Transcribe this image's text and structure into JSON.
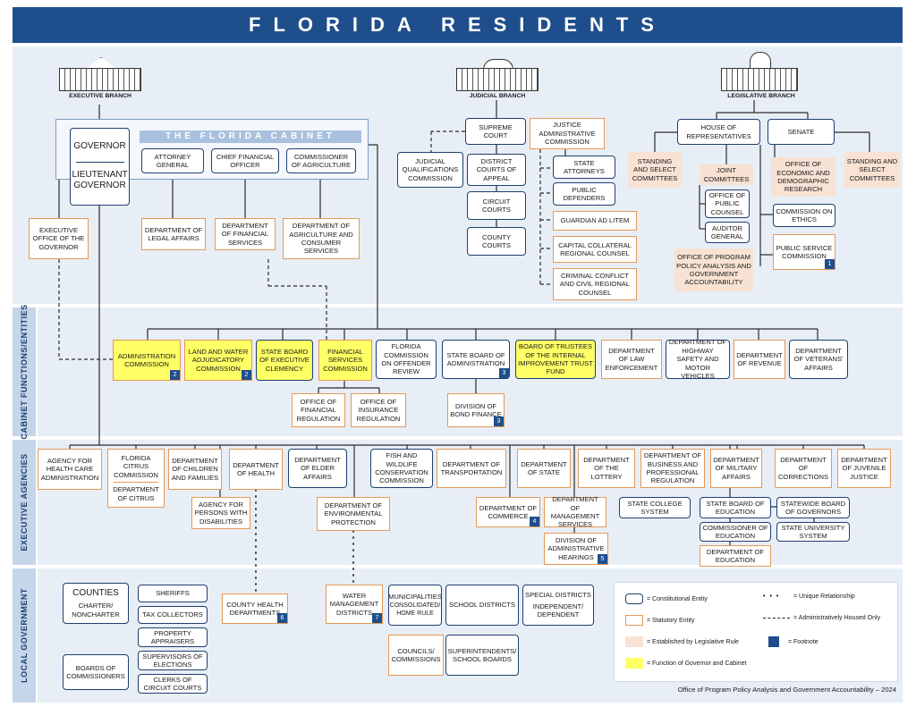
{
  "title": "FLORIDA RESIDENTS",
  "sections": {
    "cabinet_functions": "CABINET FUNCTIONS/ENTITIES",
    "executive_agencies": "EXECUTIVE AGENCIES",
    "local_government": "LOCAL GOVERNMENT"
  },
  "branches": {
    "executive": "EXECUTIVE BRANCH",
    "judicial": "JUDICIAL BRANCH",
    "legislative": "LEGISLATIVE BRANCH"
  },
  "cabinet_title": "THE FLORIDA CABINET",
  "executive": {
    "governor": "GOVERNOR",
    "lt_governor": "LIEUTENANT GOVERNOR",
    "eog": "EXECUTIVE OFFICE OF THE GOVERNOR",
    "ag": "ATTORNEY GENERAL",
    "cfo": "CHIEF FINANCIAL OFFICER",
    "coa": "COMMISSIONER OF AGRICULTURE",
    "dla": "DEPARTMENT OF LEGAL AFFAIRS",
    "dfs": "DEPARTMENT OF FINANCIAL SERVICES",
    "dacs": "DEPARTMENT OF AGRICULTURE AND CONSUMER SERVICES"
  },
  "judicial": {
    "supreme": "SUPREME COURT",
    "jqc": "JUDICIAL QUALIFICATIONS COMMISSION",
    "dca": "DISTRICT COURTS OF APPEAL",
    "circuit": "CIRCUIT COURTS",
    "county": "COUNTY COURTS",
    "jac": "JUSTICE ADMINISTRATIVE COMMISSION",
    "sa": "STATE ATTORNEYS",
    "pd": "PUBLIC DEFENDERS",
    "gal": "GUARDIAN AD LITEM",
    "ccrc": "CAPITAL COLLATERAL REGIONAL COUNSEL",
    "ccrrc": "CRIMINAL CONFLICT AND CIVIL REGIONAL COUNSEL"
  },
  "legislative": {
    "house": "HOUSE OF REPRESENTATIVES",
    "senate": "SENATE",
    "ssc_left": "STANDING AND SELECT COMMITTEES",
    "ssc_right": "STANDING AND SELECT COMMITTEES",
    "joint": "JOINT COMMITTEES",
    "edr": "OFFICE OF ECONOMIC AND DEMOGRAPHIC RESEARCH",
    "opc": "OFFICE OF PUBLIC COUNSEL",
    "ethics": "COMMISSION ON ETHICS",
    "auditor": "AUDITOR GENERAL",
    "psc": "PUBLIC SERVICE COMMISSION",
    "oppaga": "OFFICE OF PROGRAM POLICY ANALYSIS AND GOVERNMENT ACCOUNTABILITY"
  },
  "cabinet_entities": {
    "admin": "ADMINISTRATION COMMISSION",
    "lwac": "LAND AND WATER ADJUDICATORY COMMISSION",
    "clemency": "STATE BOARD OF EXECUTIVE CLEMENCY",
    "fsc": "FINANCIAL SERVICES COMMISSION",
    "fcor": "FLORIDA COMMISSION ON OFFENDER REVIEW",
    "sba": "STATE BOARD OF ADMINISTRATION",
    "tiitf": "BOARD OF TRUSTEES OF THE INTERNAL IMPROVEMENT TRUST FUND",
    "fdle": "DEPARTMENT OF LAW ENFORCEMENT",
    "hsmv": "DEPARTMENT OF HIGHWAY SAFETY AND MOTOR VEHICLES",
    "dor": "DEPARTMENT OF REVENUE",
    "va": "DEPARTMENT OF VETERANS' AFFAIRS",
    "ofr": "OFFICE OF FINANCIAL REGULATION",
    "oir": "OFFICE OF INSURANCE REGULATION",
    "dbf": "DIVISION OF BOND FINANCE"
  },
  "agencies": {
    "ahca": "AGENCY FOR HEALTH CARE ADMINISTRATION",
    "citrus": "FLORIDA CITRUS COMMISSION",
    "doc_citrus": "DEPARTMENT OF CITRUS",
    "dcf": "DEPARTMENT OF CHILDREN AND FAMILIES",
    "doh": "DEPARTMENT OF HEALTH",
    "apd": "AGENCY FOR PERSONS WITH DISABILITIES",
    "elder": "DEPARTMENT OF ELDER AFFAIRS",
    "fwc": "FISH AND WILDLIFE CONSERVATION COMMISSION",
    "dep": "DEPARTMENT OF ENVIRONMENTAL PROTECTION",
    "dot": "DEPARTMENT OF TRANSPORTATION",
    "dos": "DEPARTMENT OF STATE",
    "commerce": "DEPARTMENT OF COMMERCE",
    "lottery": "DEPARTMENT OF THE LOTTERY",
    "dms": "DEPARTMENT OF MANAGEMENT SERVICES",
    "doah": "DIVISION OF ADMINISTRATIVE HEARINGS",
    "dbpr": "DEPARTMENT OF BUSINESS AND PROFESSIONAL REGULATION",
    "dma": "DEPARTMENT OF MILITARY AFFAIRS",
    "corrections": "DEPARTMENT OF CORRECTIONS",
    "djj": "DEPARTMENT OF JUVENILE JUSTICE",
    "scs": "STATE COLLEGE SYSTEM",
    "sbe": "STATE BOARD OF EDUCATION",
    "coe": "COMMISSIONER OF EDUCATION",
    "doe": "DEPARTMENT OF EDUCATION",
    "bog": "STATEWIDE BOARD OF GOVERNORS",
    "sus": "STATE UNIVERSITY SYSTEM"
  },
  "local": {
    "counties": "COUNTIES",
    "charter": "CHARTER/ NONCHARTER",
    "boc": "BOARDS OF COMMISSIONERS",
    "sheriffs": "SHERIFFS",
    "tax": "TAX COLLECTORS",
    "pa": "PROPERTY APPRAISERS",
    "soe": "SUPERVISORS OF ELECTIONS",
    "clerks": "CLERKS OF CIRCUIT COURTS",
    "chd": "COUNTY HEALTH DEPARTMENTS",
    "wmd": "WATER MANAGEMENT DISTRICTS",
    "muni": "MUNICIPALITIES",
    "muni_sub": "CONSOLIDATED/ HOME RULE",
    "councils": "COUNCILS/ COMMISSIONS",
    "school": "SCHOOL DISTRICTS",
    "supt": "SUPERINTENDENTS/ SCHOOL BOARDS",
    "special": "SPECIAL DISTRICTS",
    "special_sub": "INDEPENDENT/ DEPENDENT"
  },
  "footnotes": {
    "f1": "1",
    "f2a": "2",
    "f2b": "2",
    "f3a": "3",
    "f3b": "3",
    "f4": "4",
    "f5": "5",
    "f6": "6",
    "f7": "7"
  },
  "legend": {
    "constitutional": "= Constitutional Entity",
    "statutory": "= Statutory Entity",
    "rule": "= Established by Legislative Rule",
    "function": "= Function of Governor and Cabinet",
    "unique": "= Unique Relationship",
    "housed": "= Administratively Housed Only",
    "footnote": "= Footnote"
  },
  "credit": "Office of Program Policy Analysis and Government Accountability – 2024",
  "colors": {
    "title_bar": "#1f4e8c",
    "constitutional": "#1f3f6e",
    "statutory": "#e39a57",
    "rule": "#f7e2d4",
    "function": "#ffff66",
    "band": "#e8eef6"
  }
}
